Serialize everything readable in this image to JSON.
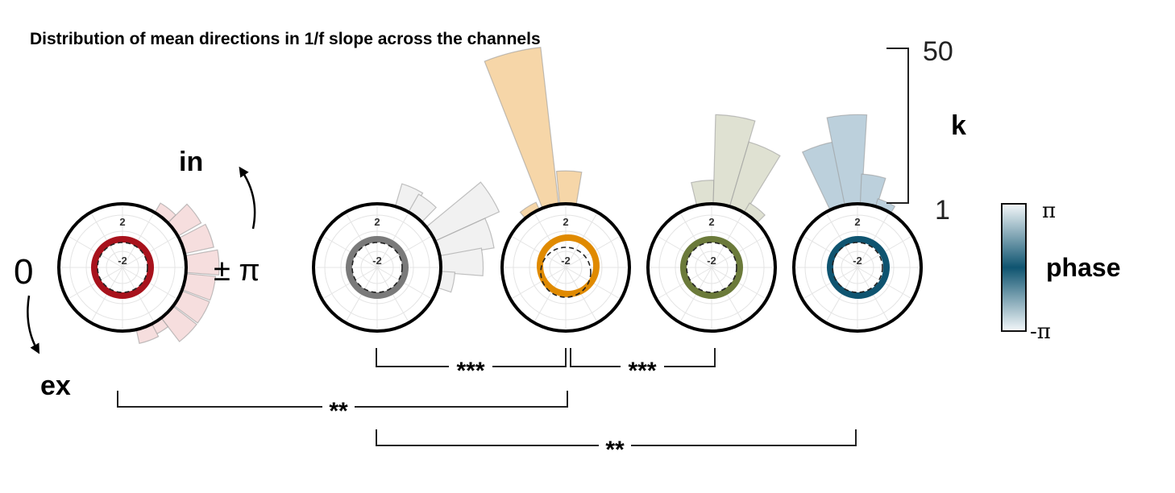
{
  "chart_data": {
    "type": "polar-histogram",
    "title": "Distribution of mean directions in 1/f slope across the channels",
    "direction_labels": {
      "zero": "0",
      "pi": "± π",
      "in": "in",
      "ex": "ex"
    },
    "radial_ticks": {
      "outer": "2",
      "inner": "-2"
    },
    "k_scale": {
      "label": "k",
      "max_label": "50",
      "min_label": "1",
      "range": [
        1,
        50
      ]
    },
    "colorbar": {
      "label": "phase",
      "top_label": "π",
      "bottom_label": "-π",
      "color": "#0f5470"
    },
    "panels": [
      {
        "name": "red",
        "ring_color": "#a8121c",
        "bar_color": "#f6dede",
        "bars": [
          {
            "angle_deg": 52,
            "k": 3
          },
          {
            "angle_deg": 37,
            "k": 8
          },
          {
            "angle_deg": 20,
            "k": 9
          },
          {
            "angle_deg": 3,
            "k": 10
          },
          {
            "angle_deg": -13,
            "k": 9
          },
          {
            "angle_deg": -29,
            "k": 9
          },
          {
            "angle_deg": -45,
            "k": 9
          },
          {
            "angle_deg": -60,
            "k": 3
          },
          {
            "angle_deg": -70,
            "k": 4
          }
        ]
      },
      {
        "name": "gray",
        "ring_color": "#7a7a7a",
        "bar_color": "#f1f1f1",
        "bars": [
          {
            "angle_deg": 66,
            "k": 7
          },
          {
            "angle_deg": 53,
            "k": 6
          },
          {
            "angle_deg": 32,
            "k": 22
          },
          {
            "angle_deg": 17,
            "k": 17
          },
          {
            "angle_deg": 3,
            "k": 13
          },
          {
            "angle_deg": -11,
            "k": 4
          }
        ]
      },
      {
        "name": "orange",
        "ring_color": "#e08a00",
        "bar_color": "#f6d6a8",
        "bars": [
          {
            "angle_deg": 122,
            "k": 2
          },
          {
            "angle_deg": 104,
            "k": 50
          },
          {
            "angle_deg": 88,
            "k": 10
          }
        ]
      },
      {
        "name": "green",
        "ring_color": "#6b7a3a",
        "bar_color": "#dfe1d2",
        "bars": [
          {
            "angle_deg": 96,
            "k": 7
          },
          {
            "angle_deg": 81,
            "k": 28
          },
          {
            "angle_deg": 66,
            "k": 21
          },
          {
            "angle_deg": 52,
            "k": 3
          }
        ]
      },
      {
        "name": "blue",
        "ring_color": "#0f5470",
        "bar_color": "#bcd0dc",
        "bars": [
          {
            "angle_deg": 108,
            "k": 20
          },
          {
            "angle_deg": 94,
            "k": 28
          },
          {
            "angle_deg": 80,
            "k": 9
          },
          {
            "angle_deg": 66,
            "k": 2
          }
        ]
      }
    ],
    "significance": [
      {
        "from": "gray",
        "to": "orange",
        "label": "***"
      },
      {
        "from": "orange",
        "to": "green",
        "label": "***"
      },
      {
        "from": "red",
        "to": "orange",
        "label": "**"
      },
      {
        "from": "gray",
        "to": "blue",
        "label": "**"
      }
    ]
  }
}
